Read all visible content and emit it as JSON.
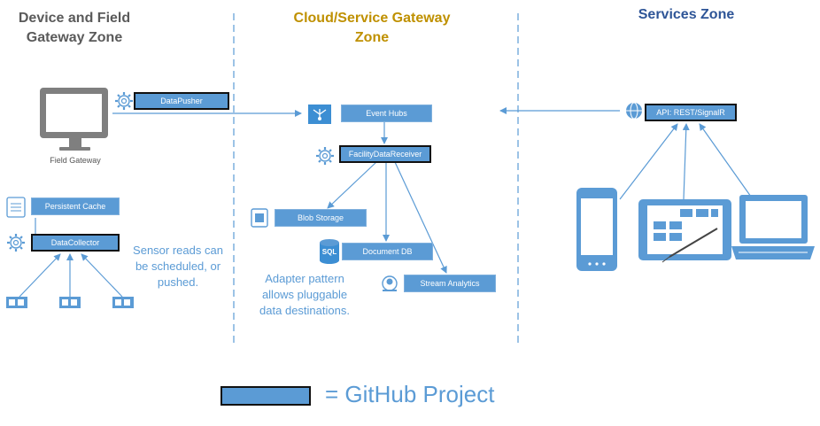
{
  "zones": {
    "device": {
      "title": "Device and Field\nGateway Zone"
    },
    "cloud": {
      "title": "Cloud/Service Gateway\nZone"
    },
    "services": {
      "title": "Services Zone"
    }
  },
  "colors": {
    "box_fill": "#5b9bd5",
    "zone_dark": "#5a5a5a",
    "zone_gold": "#bf9000",
    "zone_blue": "#2e5597",
    "connector": "#5b9bd5",
    "github_border": "#111111"
  },
  "nodes": {
    "datapusher": "DataPusher",
    "field_gateway": "Field Gateway",
    "persistent_cache": "Persistent Cache",
    "datacollector": "DataCollector",
    "event_hubs": "Event Hubs",
    "facility_receiver": "FacilityDataReceiver",
    "blob_storage": "Blob Storage",
    "document_db": "Document DB",
    "stream_analytics": "Stream Analytics",
    "api": "API: REST/SignalR",
    "sql_badge": "SQL"
  },
  "notes": {
    "sensor": "Sensor reads can\nbe scheduled, or\npushed.",
    "adapter": "Adapter pattern\nallows pluggable\ndata destinations."
  },
  "legend": {
    "label": "= GitHub Project"
  },
  "icons": [
    "gear-icon",
    "monitor-icon",
    "event-hubs-icon",
    "blob-storage-icon",
    "database-icon",
    "stream-analytics-icon",
    "globe-icon",
    "phone-icon",
    "tablet-icon",
    "laptop-icon",
    "sensor-icon",
    "cache-icon"
  ]
}
